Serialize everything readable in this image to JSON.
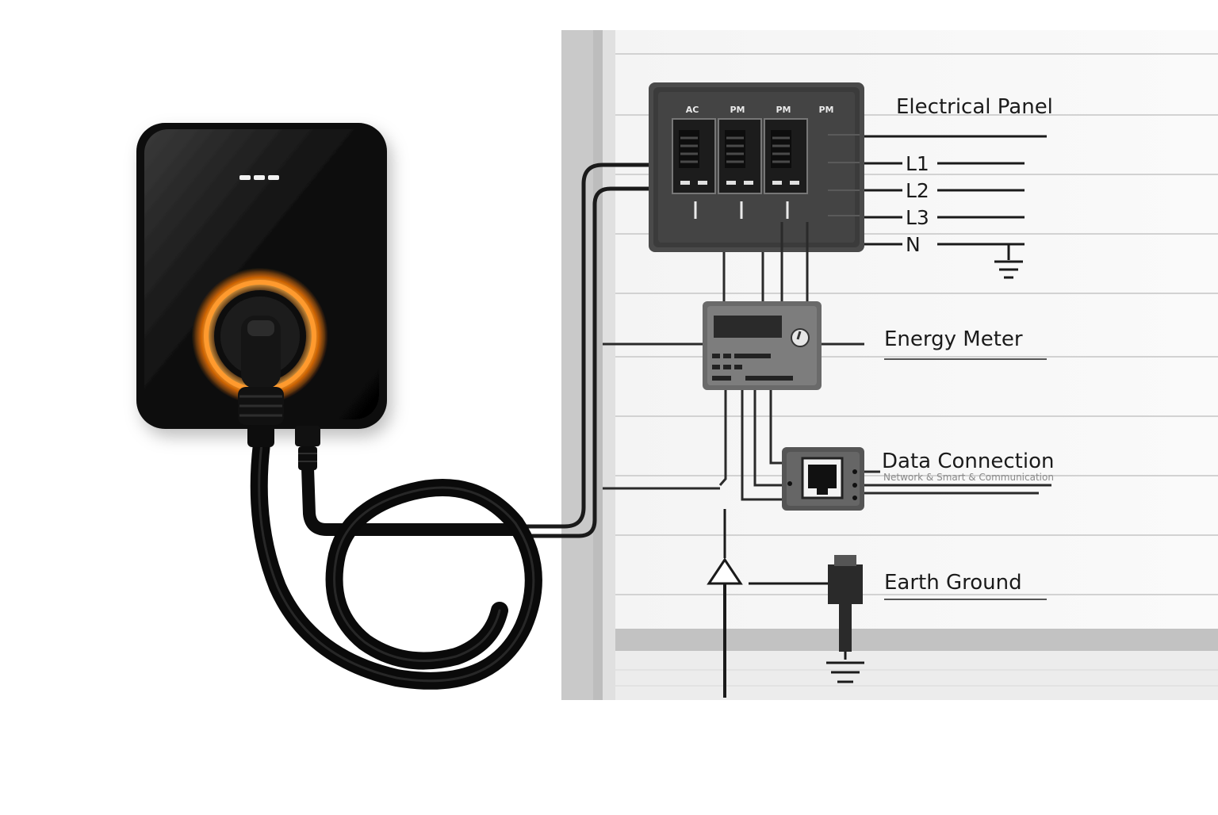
{
  "labels": {
    "panel": "Electrical Panel",
    "meter": "Energy Meter",
    "data": "Data Connection",
    "data_sub": "Network & Smart & Communication",
    "ground": "Earth Ground"
  },
  "phases": [
    "L1",
    "L2",
    "L3",
    "N"
  ],
  "breakers": [
    "AC",
    "PM",
    "PM",
    "PM"
  ],
  "colors": {
    "charger_body": "#121212",
    "ring_glow": "#ff8a1c",
    "cable": "#0c0c0c",
    "wall": "#f2f2f2",
    "panel": "#3c3c3c",
    "wire": "#2a2a2a"
  }
}
